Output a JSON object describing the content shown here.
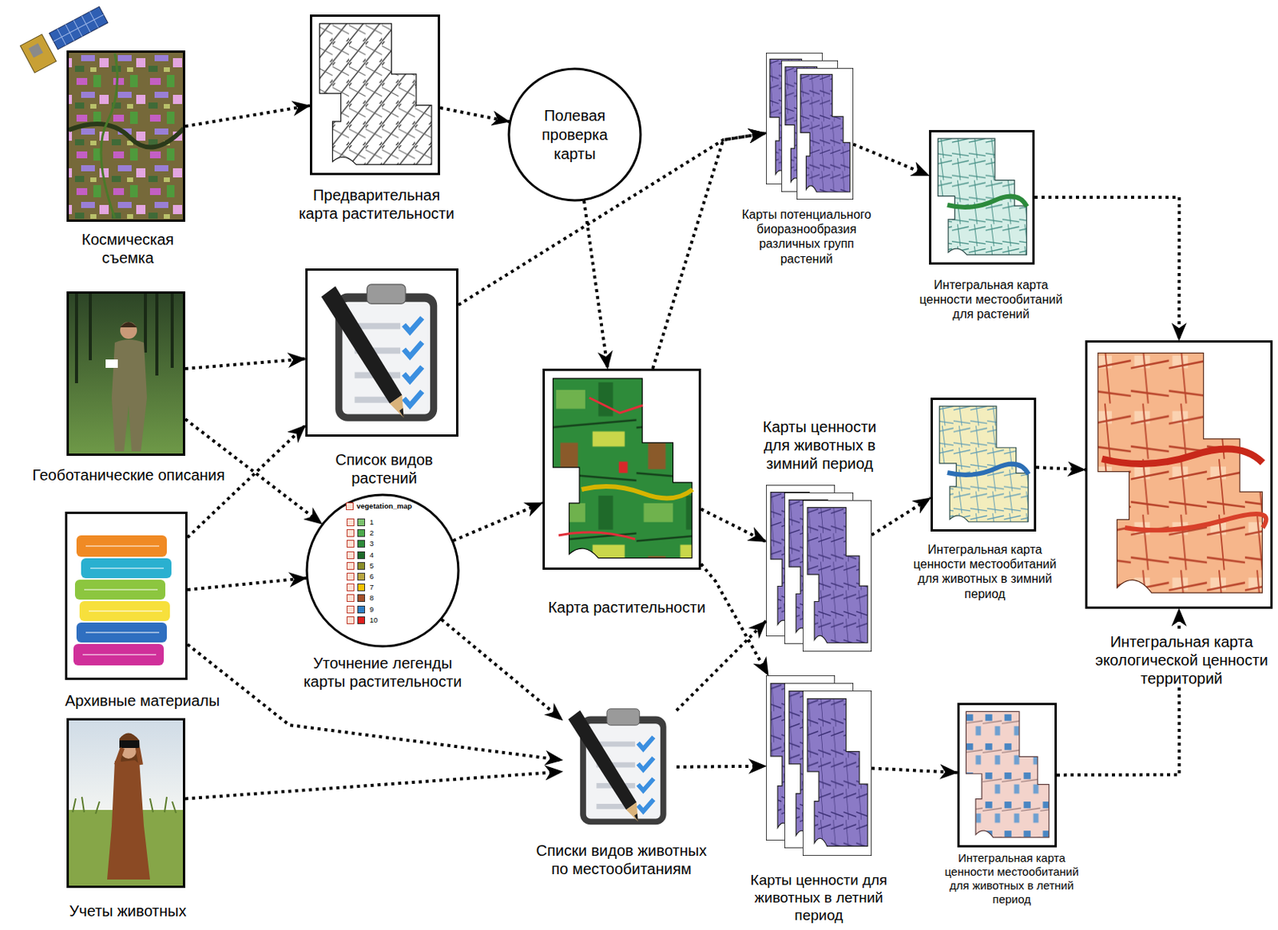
{
  "diagram": {
    "nodes": [
      {
        "text": [
          "Космическая съемка"
        ]
      },
      {
        "text": [
          "Предварительная карта растительности"
        ]
      },
      {
        "text": [
          "Полевая проверка карты"
        ]
      },
      {
        "text": [
          "Карты потенциального биоразнообразия различных групп растений"
        ]
      },
      {
        "text": [
          "Интегральная карта ценности местообитаний для растений"
        ]
      },
      {
        "text": [
          "Геоботанические описания"
        ]
      },
      {
        "text": [
          "Список видов растений"
        ]
      },
      {
        "text": [
          "Карта растительности"
        ]
      },
      {
        "text": [
          "Карты ценности для животных в зимний период"
        ]
      },
      {
        "text": [
          "Интегральная карта ценности местообитаний для животных в зимний период"
        ]
      },
      {
        "text": [
          "Интегральная карта экологической ценности территорий"
        ]
      },
      {
        "text": [
          "Архивные материалы"
        ]
      },
      {
        "text": [
          "Уточнение легенды карты растительности"
        ]
      },
      {
        "text": [
          "Списки видов животных по местообитаниям"
        ]
      },
      {
        "text": [
          "Карты ценности для животных в летний период"
        ]
      },
      {
        "text": [
          "Интегральная карта ценности местообитаний для животных в летний период"
        ]
      },
      {
        "text": [
          "Учеты животных"
        ]
      }
    ],
    "edges": [
      {
        "from": 0,
        "to": 1,
        "arrow": "to"
      },
      {
        "from": 1,
        "to": 2,
        "arrow": "to"
      },
      {
        "from": 2,
        "to": 7,
        "arrow": "to"
      },
      {
        "from": 6,
        "to": 3,
        "arrow": "to"
      },
      {
        "from": 7,
        "to": 3,
        "arrow": "to"
      },
      {
        "from": 3,
        "to": 4,
        "arrow": "to"
      },
      {
        "from": 4,
        "to": 10,
        "arrow": "to"
      },
      {
        "from": 5,
        "to": 6,
        "arrow": "to"
      },
      {
        "from": 5,
        "to": 12,
        "arrow": "to"
      },
      {
        "from": 11,
        "to": 6,
        "arrow": "to"
      },
      {
        "from": 11,
        "to": 12,
        "arrow": "to"
      },
      {
        "from": 11,
        "to": 13,
        "arrow": "to"
      },
      {
        "from": 12,
        "to": 7,
        "arrow": "to"
      },
      {
        "from": 12,
        "to": 13,
        "arrow": "to"
      },
      {
        "from": 16,
        "to": 13,
        "arrow": "to"
      },
      {
        "from": 7,
        "to": 8,
        "arrow": "to"
      },
      {
        "from": 7,
        "to": 14,
        "arrow": "to"
      },
      {
        "from": 13,
        "to": 8,
        "arrow": "to"
      },
      {
        "from": 13,
        "to": 14,
        "arrow": "to"
      },
      {
        "from": 8,
        "to": 9,
        "arrow": "to"
      },
      {
        "from": 9,
        "to": 10,
        "arrow": "to"
      },
      {
        "from": 14,
        "to": 15,
        "arrow": "to"
      },
      {
        "from": 15,
        "to": 10,
        "arrow": "to"
      }
    ],
    "labels": [
      "vegetation_map"
    ],
    "legend": [
      {
        "text": "1",
        "color": "#7cc26e"
      },
      {
        "text": "2",
        "color": "#4caa4c"
      },
      {
        "text": "3",
        "color": "#2e8b3a"
      },
      {
        "text": "4",
        "color": "#1e6b2a"
      },
      {
        "text": "5",
        "color": "#8c8f2a"
      },
      {
        "text": "6",
        "color": "#b9a640"
      },
      {
        "text": "7",
        "color": "#f2c200"
      },
      {
        "text": "8",
        "color": "#a5502a"
      },
      {
        "text": "9",
        "color": "#2f7fc6"
      },
      {
        "text": "10",
        "color": "#e0201e"
      }
    ]
  }
}
